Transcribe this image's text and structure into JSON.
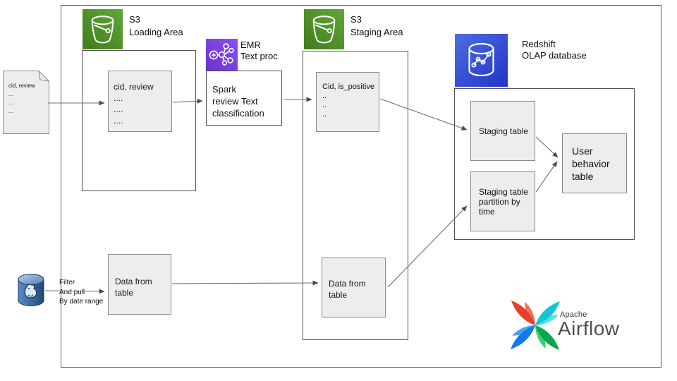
{
  "source_file": {
    "line1": "cid, review",
    "dot1": "...",
    "dot2": "...",
    "dot3": "..."
  },
  "s3_loading": {
    "name": "S3",
    "area": "Loading Area"
  },
  "loading_box": {
    "line1": "cid, review",
    "dot1": "....",
    "dot2": "....",
    "dot3": "...."
  },
  "emr": {
    "name": "EMR",
    "sub": "Text proc"
  },
  "spark_box": {
    "line1": "Spark",
    "line2": "review Text",
    "line3": "classification"
  },
  "s3_staging": {
    "name": "S3",
    "area": "Staging Area"
  },
  "cid_positive_box": {
    "line1": "Cid, is_positive",
    "dot1": "..",
    "dot2": "..",
    "dot3": ".."
  },
  "staging_data_box": {
    "line1": "Data from",
    "line2": "table"
  },
  "redshift": {
    "name": "Redshift",
    "sub": "OLAP database"
  },
  "staging_table_box": {
    "line1": "Staging table"
  },
  "partition_box": {
    "line1": "Staging table",
    "line2": "partition by",
    "line3": "time"
  },
  "user_behavior_box": {
    "line1": "User",
    "line2": "behavior",
    "line3": "table"
  },
  "pg_flow": {
    "line1": "Filter",
    "line2": "And pull",
    "line3": "By date range"
  },
  "left_data_box": {
    "line1": "Data from",
    "line2": "table"
  },
  "airflow": {
    "apache": "Apache",
    "name": "Airflow"
  },
  "icons": {
    "s3": "bucket-icon",
    "emr": "cluster-graph-icon",
    "redshift": "database-chart-icon",
    "postgres": "postgresql-database-icon",
    "airflow": "pinwheel-icon"
  },
  "colors": {
    "s3_green_dark": "#3f7d1c",
    "s3_green_light": "#61a637",
    "emr_purple_dark": "#6a31ce",
    "emr_purple_light": "#8c52f0",
    "redshift_blue_light": "#4a6ee0",
    "redshift_blue_dark": "#2633c8",
    "box_fill": "#ededed",
    "line_gray": "#6e6e6e",
    "airflow_red": "#e5402b",
    "airflow_teal": "#0ec8d8",
    "airflow_green": "#05a94d",
    "airflow_blue": "#0e7bea",
    "airflow_text": "#51504f"
  }
}
